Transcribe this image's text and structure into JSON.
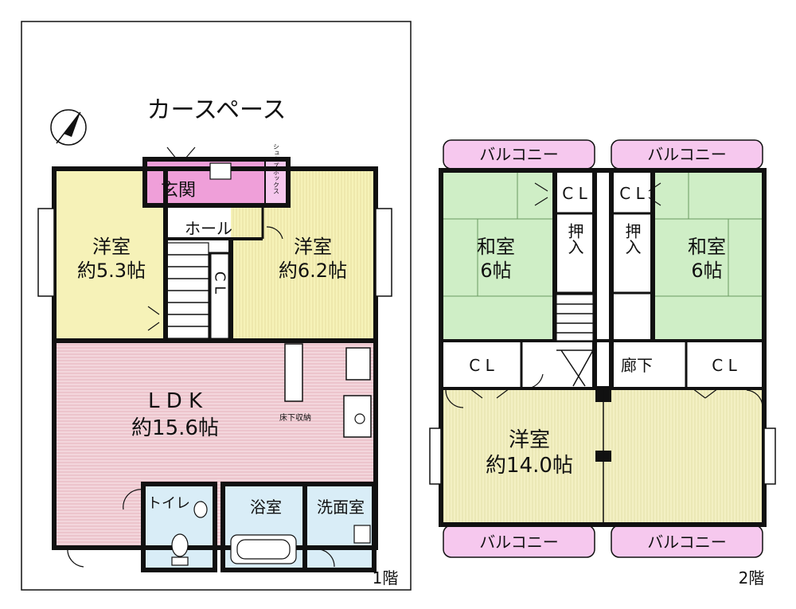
{
  "colors": {
    "yellow": "#f6f2b8",
    "stripe_yellow": "#e9e2a6",
    "pink": "#f3d6dc",
    "stripe_pink": "#e7b8c2",
    "green": "#cfeec6",
    "blue": "#d9edf7",
    "entry_pink": "#ef9fd9",
    "balcony_pink": "#f6c8ee",
    "wall": "#111111"
  },
  "floor1": {
    "car_space": "カースペース",
    "genkan": "玄関",
    "shoebox": "シューズボックス",
    "hall": "ホール",
    "room_left_name": "洋室",
    "room_left_size": "約5.3帖",
    "room_right_name": "洋室",
    "room_right_size": "約6.2帖",
    "cl": "C L",
    "ldk_name": "L D K",
    "ldk_size": "約15.6帖",
    "underfloor": "床下収納",
    "toilet": "トイレ",
    "bath": "浴室",
    "wash": "洗面室",
    "floor_label": "1階"
  },
  "floor2": {
    "balcony": "バルコニー",
    "washitsu_name": "和室",
    "washitsu_size": "6帖",
    "cl": "C L",
    "oshiire": "押入",
    "corridor": "廊下",
    "big_room_name": "洋室",
    "big_room_size": "約14.0帖",
    "floor_label": "2階"
  },
  "compass_icon": "north-arrow-icon"
}
